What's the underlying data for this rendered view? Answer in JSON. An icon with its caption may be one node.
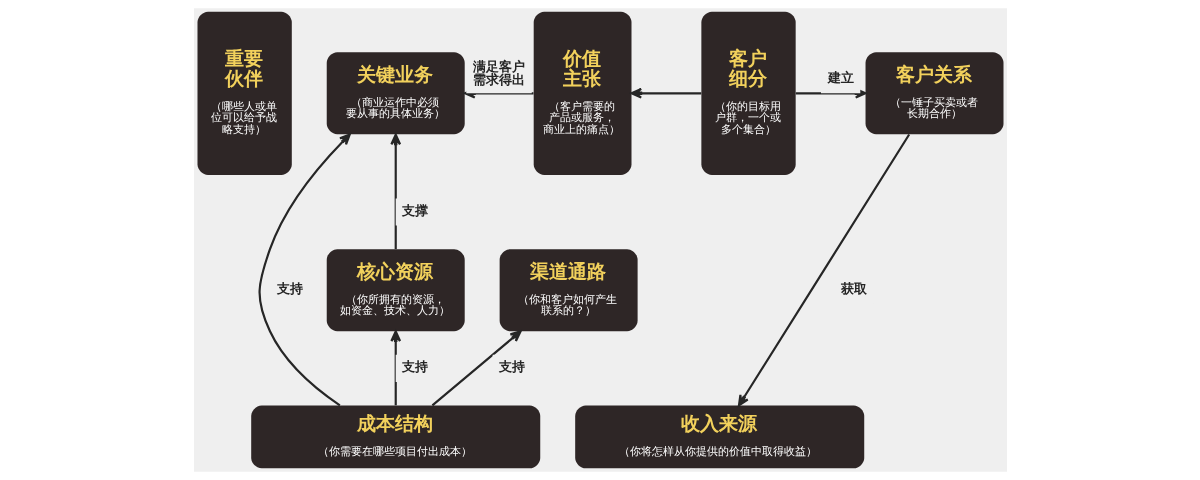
{
  "diagram": {
    "nodes": [
      {
        "text": [
          "重要伙伴",
          "（哪些人或单位可以给予战略支持）"
        ]
      },
      {
        "text": [
          "关键业务",
          "（商业运作中必须要从事的具体业务）"
        ]
      },
      {
        "text": [
          "核心资源",
          "（你所拥有的资源，如资金、技术、人力）"
        ]
      },
      {
        "text": [
          "价值主张",
          "（客户需要的产品或服务，商业上的痛点）"
        ]
      },
      {
        "text": [
          "客户关系",
          "（一锤子买卖或者长期合作）"
        ]
      },
      {
        "text": [
          "渠道通路",
          "（你和客户如何产生联系的？）"
        ]
      },
      {
        "text": [
          "客户细分",
          "（你的目标用户群，一个或多个集合）"
        ]
      },
      {
        "text": [
          "成本结构",
          "（你需要在哪些项目付出成本）"
        ]
      },
      {
        "text": [
          "收入来源",
          "（你将怎样从你提供的价值中取得收益）"
        ]
      }
    ],
    "edges": [
      {
        "from": 3,
        "to": 1,
        "arrow": "to",
        "label": "满足客户需求得出"
      },
      {
        "from": 2,
        "to": 1,
        "arrow": "to",
        "label": "支撑"
      },
      {
        "from": 6,
        "to": 3,
        "arrow": "to"
      },
      {
        "from": 6,
        "to": 4,
        "arrow": "to",
        "label": "建立"
      },
      {
        "from": 4,
        "to": 8,
        "arrow": "to",
        "label": "获取"
      },
      {
        "from": 7,
        "to": 1,
        "arrow": "to",
        "label": "支持"
      },
      {
        "from": 7,
        "to": 2,
        "arrow": "to",
        "label": "支持"
      },
      {
        "from": 7,
        "to": 5,
        "arrow": "to",
        "label": "支持"
      }
    ]
  }
}
